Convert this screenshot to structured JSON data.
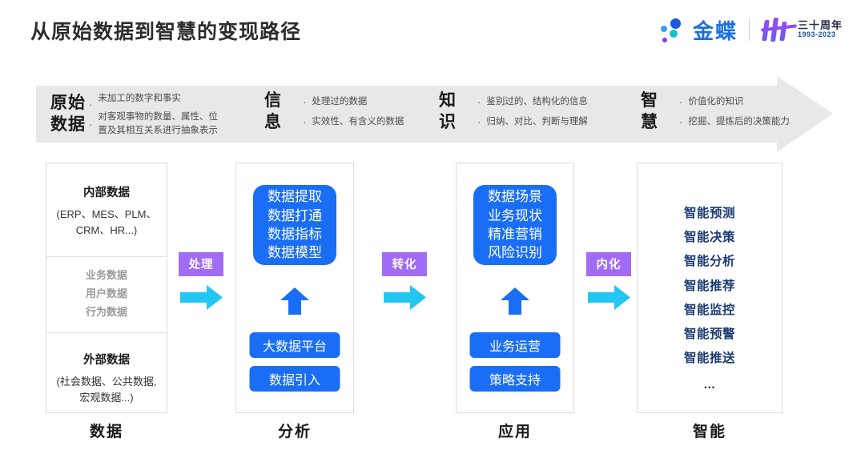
{
  "header": {
    "title": "从原始数据到智慧的变现路径",
    "logo": {
      "brand": "金蝶",
      "anniversary_text": "三十周年",
      "anniversary_years": "1993-2023"
    }
  },
  "banner": {
    "segments": [
      {
        "title_line1": "原始",
        "title_line2": "数据",
        "bullets": [
          "未加工的数字和事实",
          "对客观事物的数量、属性、位\n置及其相互关系进行抽象表示"
        ],
        "bullet_1": "未加工的数字和事实",
        "bullet_2a": "对客观事物的数量、属性、位",
        "bullet_2b": "置及其相互关系进行抽象表示"
      },
      {
        "title_line1": "信",
        "title_line2": "息",
        "bullet_1": "处理过的数据",
        "bullet_2": "实效性、有含义的数据"
      },
      {
        "title_line1": "知",
        "title_line2": "识",
        "bullet_1": "鉴别过的、结构化的信息",
        "bullet_2": "归纳、对比、判断与理解"
      },
      {
        "title_line1": "智",
        "title_line2": "慧",
        "bullet_1": "价值化的知识",
        "bullet_2": "挖掘、提炼后的决策能力"
      }
    ],
    "bullet_marker": "·"
  },
  "columns": [
    {
      "footer": "数据",
      "internal": {
        "heading": "内部数据",
        "sub_line1": "(ERP、MES、PLM、",
        "sub_line2": "CRM、HR...)"
      },
      "middle": [
        "业务数据",
        "用户数据",
        "行为数据"
      ],
      "external": {
        "heading": "外部数据",
        "sub_line1": "(社会数据、公共数据,",
        "sub_line2": "宏观数据...)"
      }
    },
    {
      "footer": "分析",
      "box_items": [
        "数据提取",
        "数据打通",
        "数据指标",
        "数据模型"
      ],
      "pill_a": "大数据平台",
      "pill_b": "数据引入"
    },
    {
      "footer": "应用",
      "box_items": [
        "数据场景",
        "业务现状",
        "精准营销",
        "风险识别"
      ],
      "pill_a": "业务运营",
      "pill_b": "策略支持"
    },
    {
      "footer": "智能",
      "items": [
        "智能预测",
        "智能决策",
        "智能分析",
        "智能推荐",
        "智能监控",
        "智能预警",
        "智能推送"
      ],
      "ellipsis": "..."
    }
  ],
  "connectors": [
    {
      "label": "处理"
    },
    {
      "label": "转化"
    },
    {
      "label": "内化"
    }
  ],
  "colors": {
    "blue": "#1a6ef5",
    "purple": "#a16bf5",
    "cyan": "#22c6f0",
    "navy": "#1b3a72",
    "banner_gray": "#e8e8e8",
    "title_dark": "#2d2d2d"
  }
}
